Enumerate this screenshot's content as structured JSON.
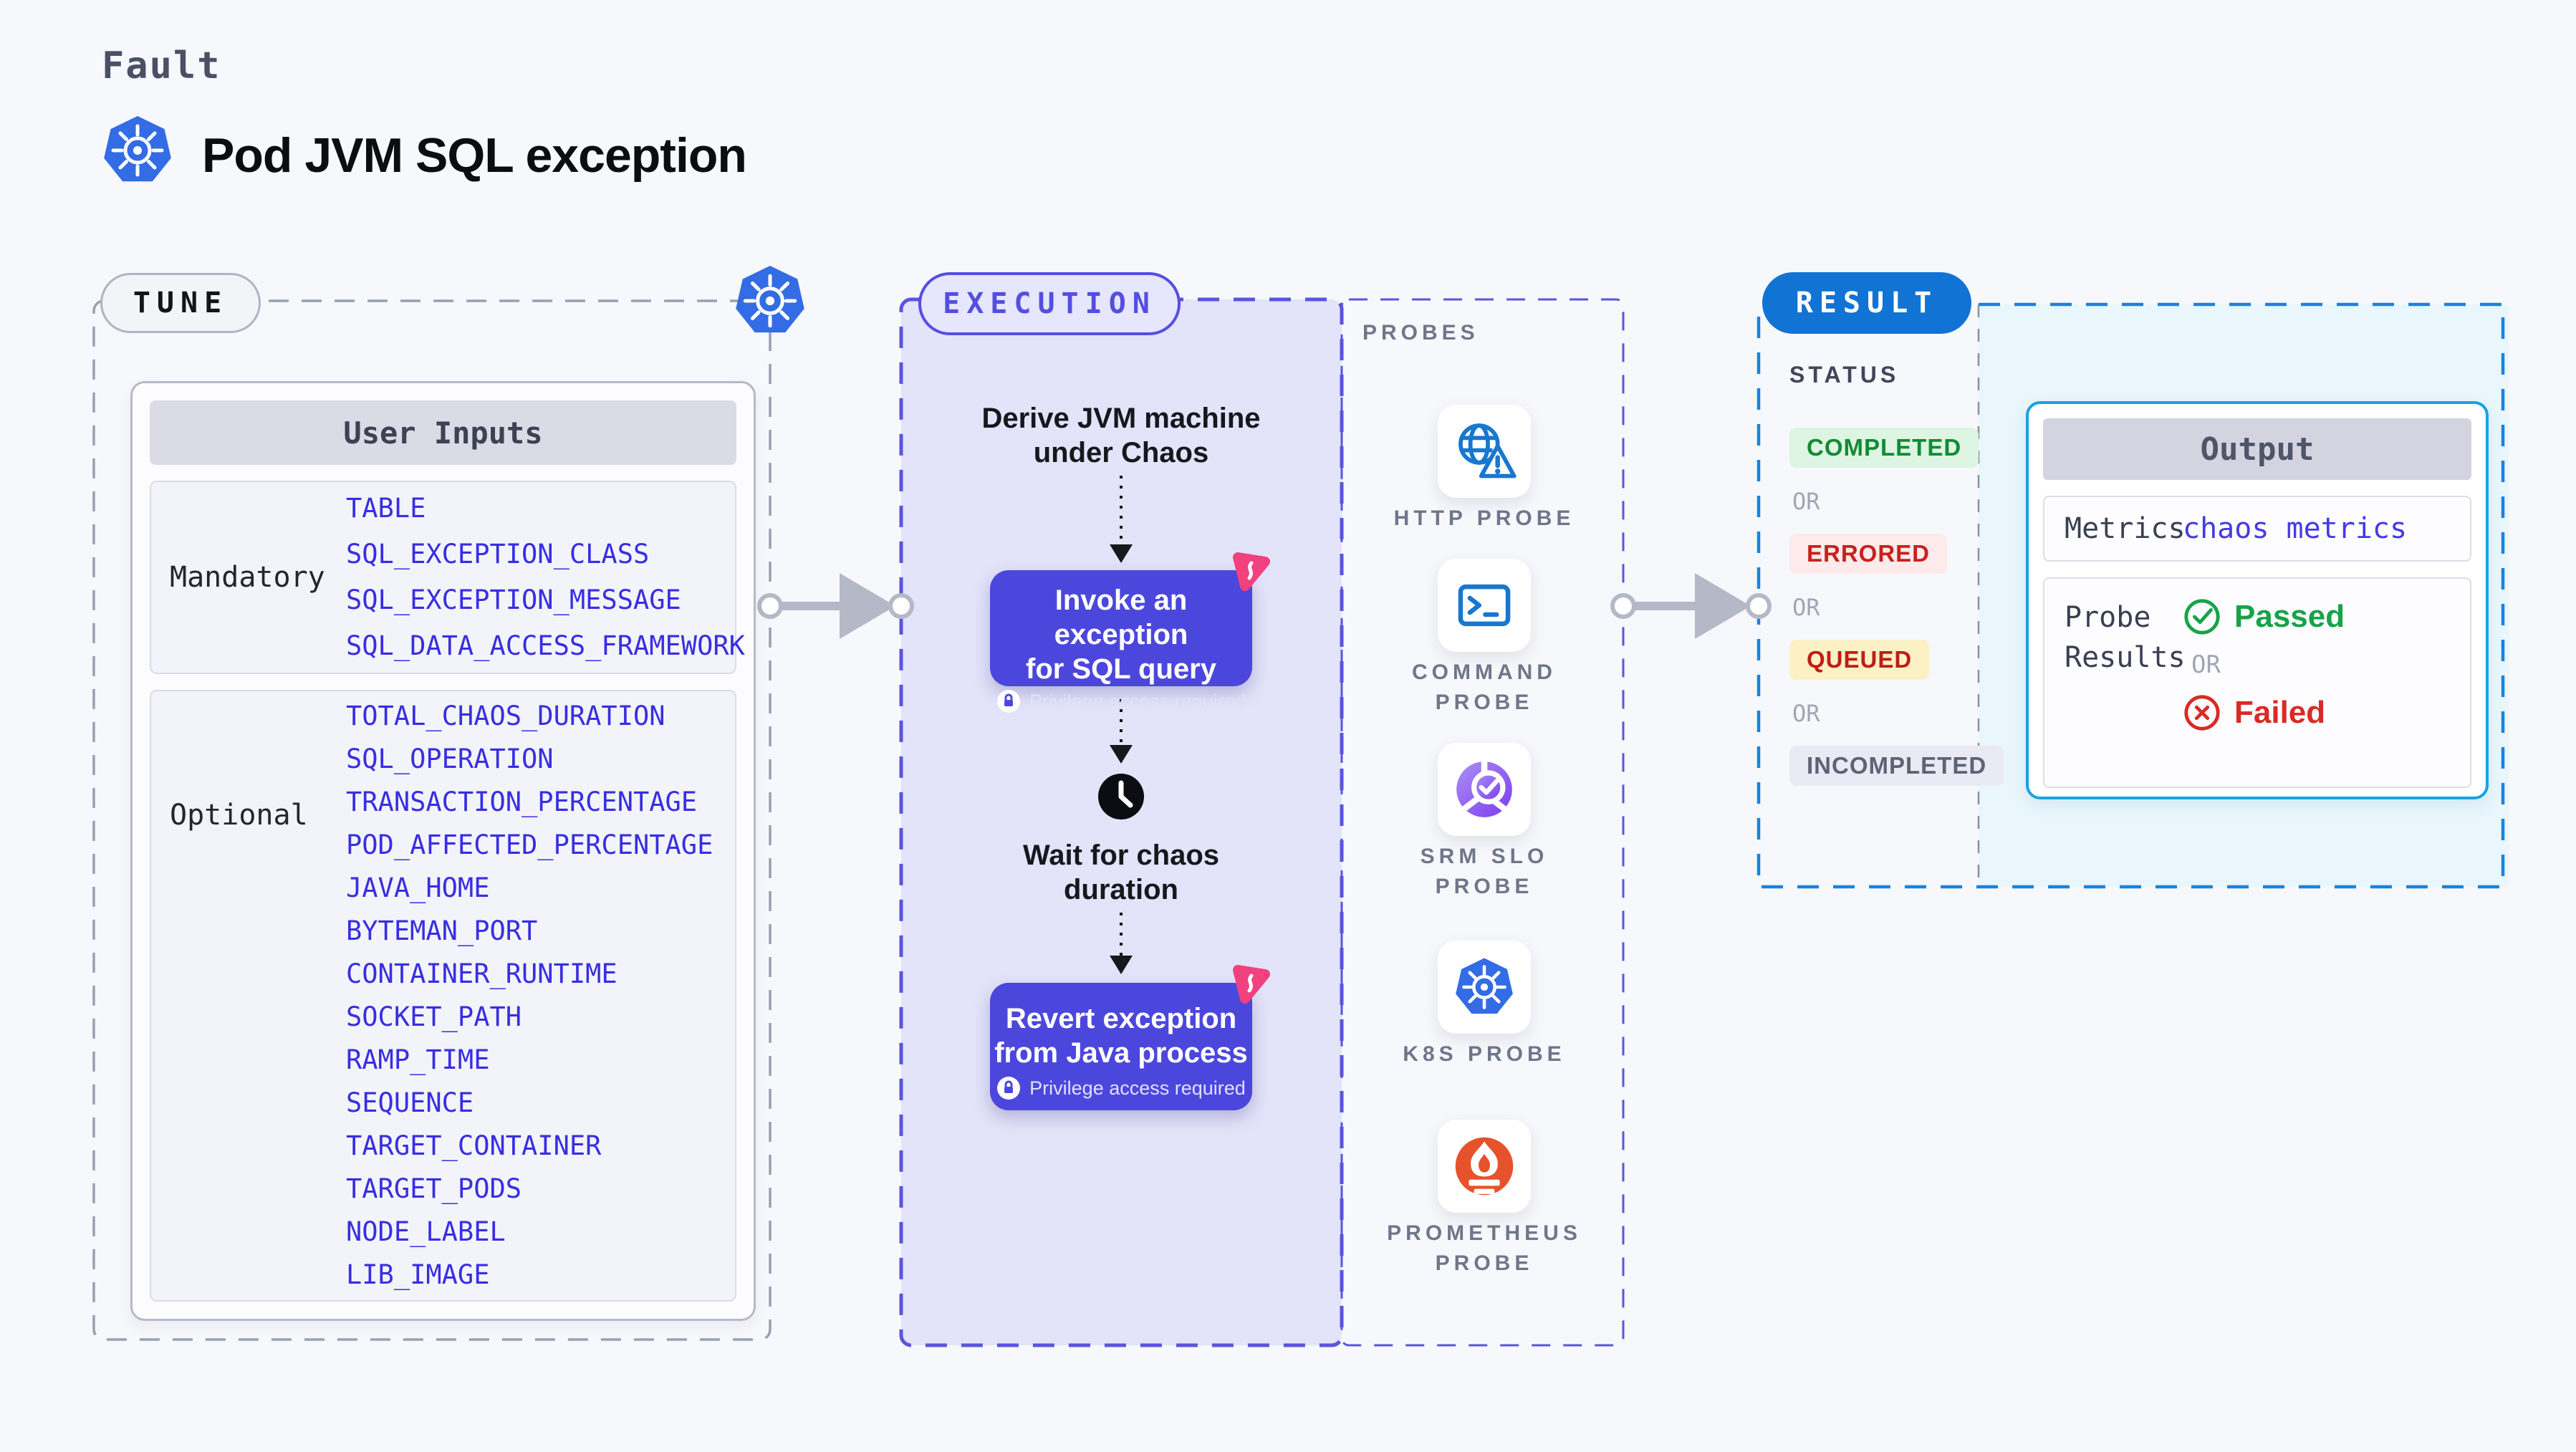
{
  "header": {
    "eyebrow": "Fault",
    "title": "Pod JVM SQL exception",
    "icon": "kubernetes-icon"
  },
  "tune": {
    "badge": "TUNE",
    "table_header": "User Inputs",
    "groups": [
      {
        "label": "Mandatory",
        "items": [
          "TABLE",
          "SQL_EXCEPTION_CLASS",
          "SQL_EXCEPTION_MESSAGE",
          "SQL_DATA_ACCESS_FRAMEWORK"
        ]
      },
      {
        "label": "Optional",
        "items": [
          "TOTAL_CHAOS_DURATION",
          "SQL_OPERATION",
          "TRANSACTION_PERCENTAGE",
          "POD_AFFECTED_PERCENTAGE",
          "JAVA_HOME",
          "BYTEMAN_PORT",
          "CONTAINER_RUNTIME",
          "SOCKET_PATH",
          "RAMP_TIME",
          "SEQUENCE",
          "TARGET_CONTAINER",
          "TARGET_PODS",
          "NODE_LABEL",
          "LIB_IMAGE"
        ]
      }
    ]
  },
  "execution": {
    "badge": "EXECUTION",
    "derive_line1": "Derive JVM machine",
    "derive_line2": "under Chaos",
    "invoke_line1": "Invoke an exception",
    "invoke_line2": "for SQL query",
    "privilege_label": "Privilege access required",
    "wait_line1": "Wait for chaos",
    "wait_line2": "duration",
    "revert_line1": "Revert exception",
    "revert_line2": "from Java process"
  },
  "probes": {
    "label": "PROBES",
    "items": [
      {
        "label": "HTTP PROBE",
        "icon": "http-probe-icon"
      },
      {
        "label": "COMMAND PROBE",
        "icon": "command-probe-icon"
      },
      {
        "label": "SRM SLO PROBE",
        "icon": "srm-slo-probe-icon"
      },
      {
        "label": "K8S PROBE",
        "icon": "k8s-probe-icon"
      },
      {
        "label": "PROMETHEUS PROBE",
        "icon": "prometheus-probe-icon"
      }
    ]
  },
  "result": {
    "badge": "RESULT",
    "status_label": "STATUS",
    "or_label": "OR",
    "statuses": [
      {
        "label": "COMPLETED",
        "state": "completed"
      },
      {
        "label": "ERRORED",
        "state": "errored"
      },
      {
        "label": "QUEUED",
        "state": "queued"
      },
      {
        "label": "INCOMPLETED",
        "state": "incompleted"
      }
    ],
    "output": {
      "header": "Output",
      "metrics_label": "Metrics",
      "metrics_value": "chaos metrics",
      "probe_results_label": "Probe Results",
      "passed_label": "Passed",
      "failed_label": "Failed"
    }
  },
  "colors": {
    "page_bg": "#f7f8fc",
    "kubernetes_blue": "#326ce5",
    "env_var_blue": "#382ee2",
    "execution_indigo": "#544ee0",
    "execution_panel": "#e3e3f9",
    "node_indigo": "#4c47dc",
    "litmus_pink": "#f1417e",
    "result_blue": "#1173d4",
    "output_border_cyan": "#16a3e2",
    "result_panel_cyan": "#e9f6fc",
    "completed_green": "#148a35",
    "errored_red": "#c9201e",
    "queued_yellow_bg": "#fcf0c5",
    "passed_green": "#17a349",
    "failed_red": "#d92b25",
    "probe_icon_blue": "#1877cf",
    "prometheus_orange": "#e6522c",
    "srm_purple": "#8457f2",
    "arrow_gray": "#b5b8c6"
  }
}
